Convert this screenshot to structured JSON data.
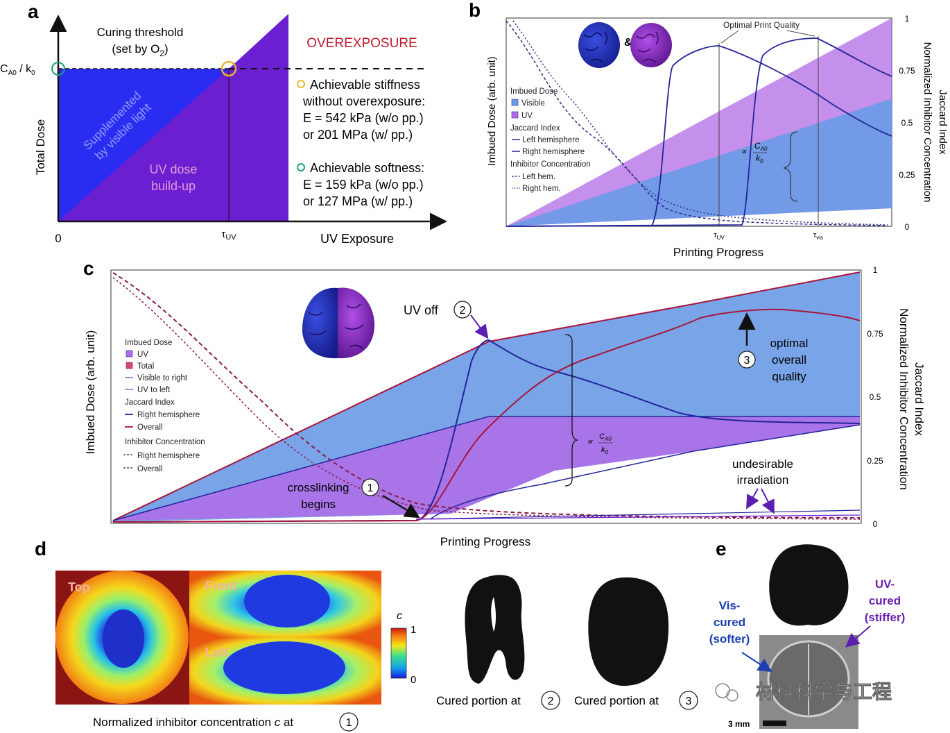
{
  "panel_a": {
    "letter": "a",
    "curing_title": "Curing threshold",
    "curing_sub_pre": "(set by O",
    "curing_sub_sub": "2",
    "curing_sub_post": ")",
    "yaxis_label": "Total Dose",
    "xaxis_label": "UV Exposure",
    "origin": "0",
    "tau": "τ",
    "tau_sub": "UV",
    "threshold_c": "C",
    "threshold_c_sub": "A0",
    "threshold_k": " / k",
    "threshold_k_sub": "0",
    "overexposure": "OVEREXPOSURE",
    "supplemented_1": "Supplemented",
    "supplemented_2": "by visible light",
    "uvdose_1": "UV dose",
    "uvdose_2": "build-up",
    "stiff_1": "Achievable stiffness",
    "stiff_2": "without overexposure:",
    "stiff_3": "E = 542 kPa (w/o pp.)",
    "stiff_4": "or 201 MPa (w/ pp.)",
    "soft_1": "Achievable softness:",
    "soft_2": "E = 159 kPa (w/o pp.)",
    "soft_3": "or 127 MPa (w/ pp.)"
  },
  "panel_b": {
    "letter": "b",
    "ylabel": "Imbued Dose (arb. unit)",
    "xlabel": "Printing Progress",
    "right_label_1": "Jaccard Index",
    "right_label_2": "Normalized Inhibitor Concentration",
    "right_ticks": [
      "1",
      "0.75",
      "0.5",
      "0.25",
      "0"
    ],
    "optimal": "Optimal Print Quality",
    "ampersand": "&",
    "tick_uv": "τ",
    "tick_uv_sub": "UV",
    "tick_vis": "τ",
    "tick_vis_sub": "vis",
    "prop_symbol": "∝",
    "prop_num": "C",
    "prop_num_sub": "A0",
    "prop_den": "k",
    "prop_den_sub": "0",
    "legend": {
      "h1": "Imbued Dose",
      "visible": "Visible",
      "uv": "UV",
      "h2": "Jaccard Index",
      "left": "Left hemisphere",
      "right": "Right hemisphere",
      "h3": "Inhibitor Concentration",
      "left_hem": "Left hem.",
      "right_hem": "Right hem."
    }
  },
  "panel_c": {
    "letter": "c",
    "ylabel": "Imbued Dose (arb. unit)",
    "xlabel": "Printing Progress",
    "right_label_1": "Jaccard Index",
    "right_label_2": "Normalized Inhibitor Concentration",
    "right_ticks": [
      "1",
      "0.75",
      "0.5",
      "0.25",
      "0"
    ],
    "uv_off": "UV off",
    "n1": "1",
    "n2": "2",
    "n3": "3",
    "crosslinking_1": "crosslinking",
    "crosslinking_2": "begins",
    "optimal_1": "optimal",
    "optimal_2": "overall",
    "optimal_3": "quality",
    "undesirable_1": "undesirable",
    "undesirable_2": "irradiation",
    "prop_symbol": "∝",
    "prop_num": "C",
    "prop_num_sub": "A0",
    "prop_den": "k",
    "prop_den_sub": "0",
    "legend": {
      "h1": "Imbued Dose",
      "uv": "UV",
      "total": "Total",
      "vis_right": "Visible to right",
      "uv_left": "UV to left",
      "h2": "Jaccard Index",
      "right": "Right hemisphere",
      "overall": "Overall",
      "h3": "Inhibitor Concentration",
      "right_hem": "Right hemisphere",
      "overall2": "Overall"
    }
  },
  "panel_d": {
    "letter": "d",
    "top": "Top",
    "front": "Front",
    "left": "Left",
    "cbar_label": "c",
    "cbar_max": "1",
    "cbar_min": "0",
    "caption_pre": "Normalized inhibitor concentration ",
    "caption_c": "c",
    "caption_post": " at",
    "caption_num": "1",
    "cured_2": "Cured portion at",
    "cured_2_num": "2",
    "cured_3": "Cured portion at",
    "cured_3_num": "3"
  },
  "panel_e": {
    "letter": "e",
    "vis_1": "Vis-",
    "vis_2": "cured",
    "vis_3": "(softer)",
    "uv_1": "UV-",
    "uv_2": "cured",
    "uv_3": "(stiffer)",
    "scale": "3 mm"
  },
  "watermark": "材料科学与工程",
  "colors": {
    "blue_fill": "#2f2df2",
    "purple_fill": "#6a1fd0",
    "purple_light": "#b06be6",
    "blue_light": "#6a9be6",
    "dark_red": "#a8143a",
    "navy": "#23249a",
    "annotation_red": "#c0172c",
    "vis_text": "#1a3fb0",
    "uv_text": "#6a1fb0"
  }
}
